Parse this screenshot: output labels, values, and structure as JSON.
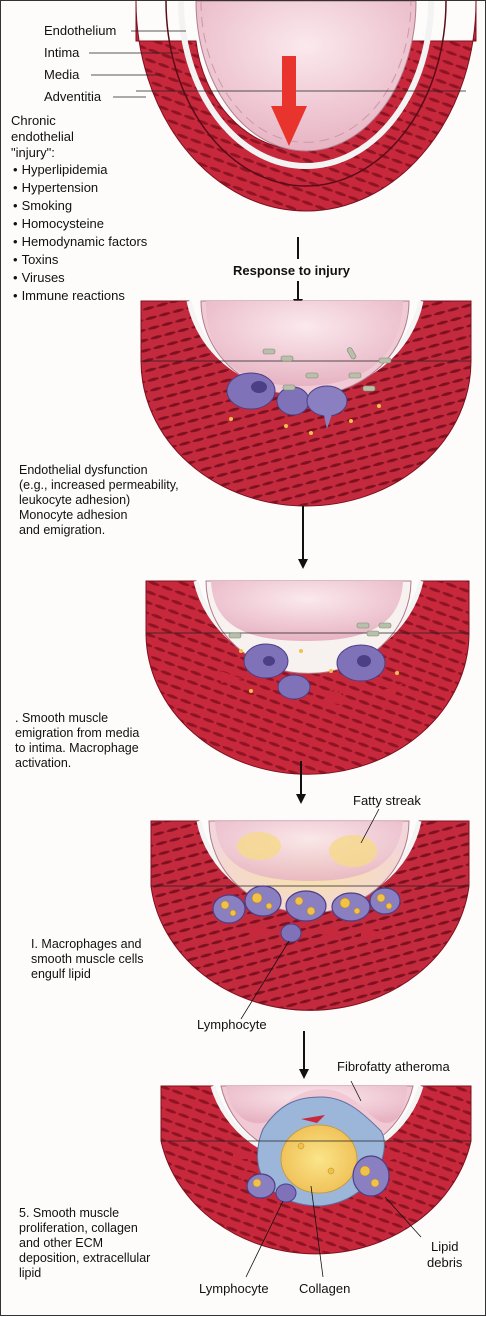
{
  "layers": {
    "endothelium": "Endothelium",
    "intima": "Intima",
    "media": "Media",
    "adventitia": "Adventitia"
  },
  "injury": {
    "heading_line1": "Chronic",
    "heading_line2": "endothelial",
    "heading_line3": "\"injury\":",
    "factors": [
      "Hyperlipidemia",
      "Hypertension",
      "Smoking",
      "Homocysteine",
      "Hemodynamic factors",
      "Toxins",
      "Viruses",
      "Immune reactions"
    ]
  },
  "response_to_injury": "Response to injury",
  "stage2": {
    "line1": "Endothelial dysfunction",
    "line2": "(e.g., increased permeability,",
    "line3": "leukocyte adhesion)",
    "line4": "Monocyte adhesion",
    "line5": "and emigration."
  },
  "stage3": {
    "line1": ". Smooth muscle",
    "line2": "emigration from media",
    "line3": "to intima. Macrophage",
    "line4": "activation."
  },
  "stage4": {
    "fatty_streak": "Fatty streak",
    "line1": "I. Macrophages and",
    "line2": "smooth muscle cells",
    "line3": "engulf lipid",
    "lymphocyte": "Lymphocyte"
  },
  "stage5": {
    "fibrofatty": "Fibrofatty atheroma",
    "line1": "5. Smooth muscle",
    "line2": "proliferation, collagen",
    "line3": "and other ECM",
    "line4": "deposition, extracellular",
    "line5": "lipid",
    "lipid_debris_1": "Lipid",
    "lipid_debris_2": "debris",
    "lymphocyte": "Lymphocyte",
    "collagen": "Collagen"
  },
  "colors": {
    "vessel_wall": "#c8283c",
    "vessel_dark": "#8e1424",
    "intima": "#f2c4cf",
    "lumen": "#f4dce4",
    "arrow_red": "#e8342c",
    "monocyte": "#7f72b8",
    "lipid": "#f0c24a",
    "fatty_streak": "#f6d98a"
  }
}
